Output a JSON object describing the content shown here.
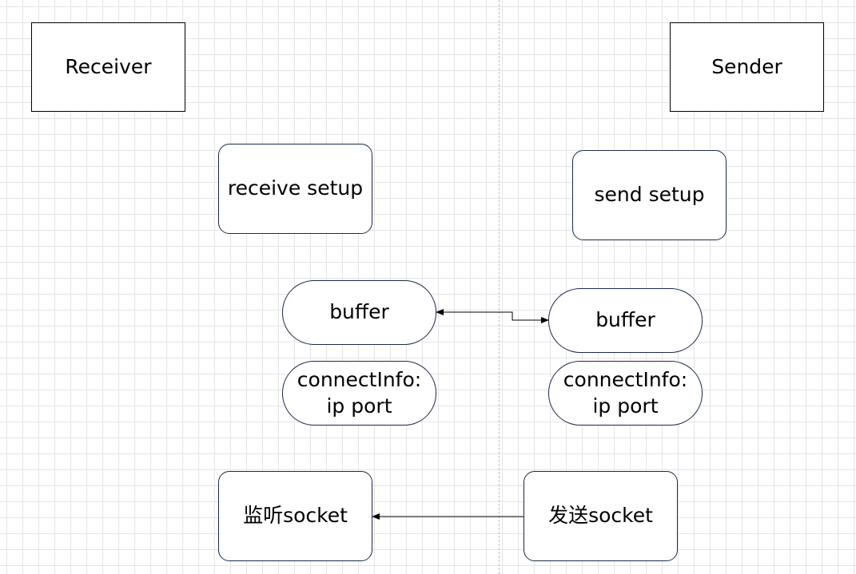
{
  "diagram": {
    "grid_color": "#e4e4e4",
    "divider_color": "#bdbdbd",
    "nodes": {
      "receiver": {
        "label": "Receiver"
      },
      "sender": {
        "label": "Sender"
      },
      "receive_setup": {
        "label": "receive setup"
      },
      "send_setup": {
        "label": "send setup"
      },
      "receiver_buffer": {
        "label": "buffer"
      },
      "sender_buffer": {
        "label": "buffer"
      },
      "receiver_connect_info": {
        "label": "connectInfo:\nip port"
      },
      "sender_connect_info": {
        "label": "connectInfo:\nip port"
      },
      "listen_socket": {
        "label": "监听socket"
      },
      "send_socket": {
        "label": "发送socket"
      }
    },
    "edges": [
      {
        "from": "receiver_buffer",
        "to": "sender_buffer",
        "direction": "bidirectional",
        "style": "elbow"
      },
      {
        "from": "send_socket",
        "to": "listen_socket",
        "direction": "forward",
        "style": "straight"
      }
    ]
  }
}
